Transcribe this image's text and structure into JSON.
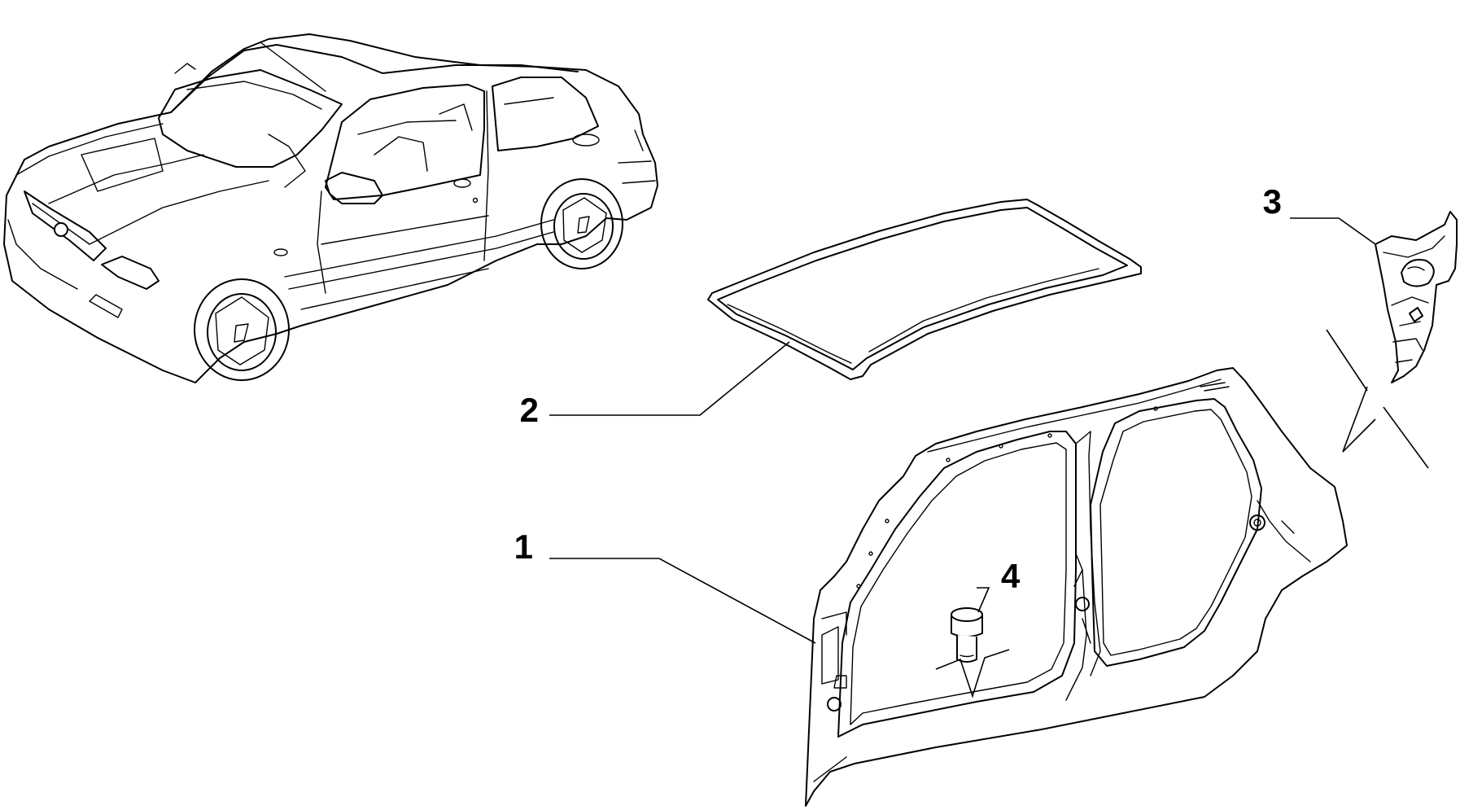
{
  "diagram": {
    "parts": [
      {
        "id": "1",
        "label": "1"
      },
      {
        "id": "2",
        "label": "2"
      },
      {
        "id": "3",
        "label": "3"
      },
      {
        "id": "4",
        "label": "4"
      }
    ],
    "colors": {
      "line": "#000000",
      "background": "#ffffff"
    }
  }
}
